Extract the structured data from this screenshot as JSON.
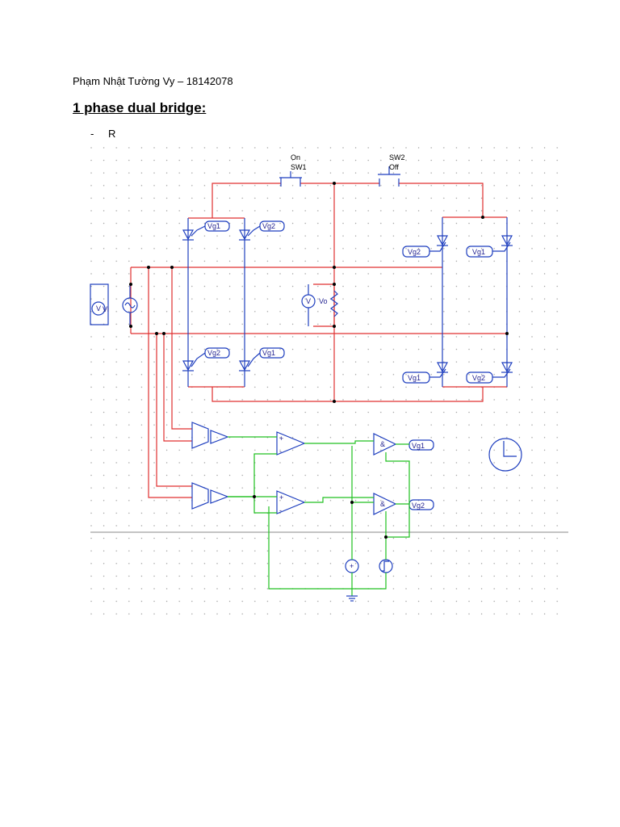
{
  "document": {
    "author_line": "Phạm Nhật Tường Vy – 18142078",
    "heading": "1 phase dual bridge:",
    "bullet_marker": "-",
    "bullet_text": "R"
  },
  "schematic": {
    "switch1": {
      "state": "On",
      "name": "SW1"
    },
    "switch2": {
      "state": "Off",
      "name": "SW2"
    },
    "source_label": "Vi",
    "voltmeter_in": "V",
    "voltmeter_out": "V",
    "output_label": "Vo",
    "gate_vg1": "Vg1",
    "gate_vg2": "Vg2",
    "comparator_plus": "+",
    "comparator_minus": "-",
    "dc_source_symbol": "+",
    "gate_block_symbol": "&",
    "colors": {
      "power": "#e03030",
      "control": "#20c020",
      "element": "#1f3fbf",
      "grid": "#a0a0a0"
    }
  }
}
